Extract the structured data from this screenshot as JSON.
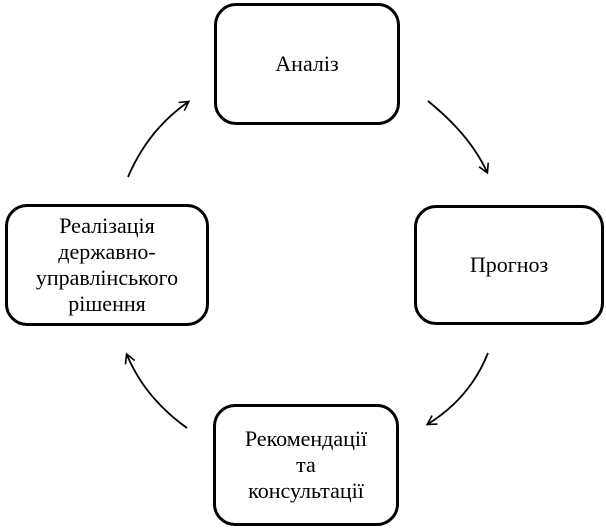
{
  "diagram": {
    "nodes": {
      "analysis": "Аналіз",
      "forecast": "Прогноз",
      "recommendations": "Рекомендації\nта\nконсультації",
      "implementation": "Реалізація\nдержавно-\nуправлінського\nрішення"
    },
    "colors": {
      "stroke": "#000000",
      "fill": "#ffffff"
    }
  }
}
